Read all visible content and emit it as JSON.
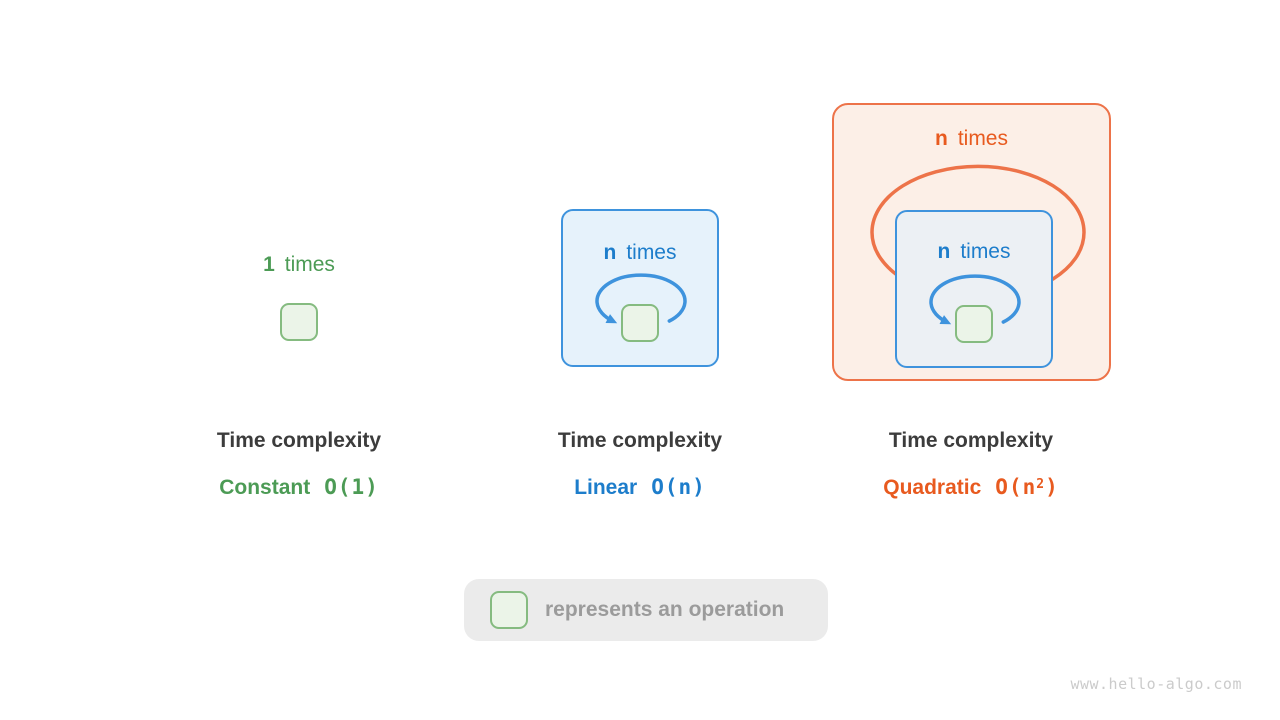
{
  "sections": {
    "constant": {
      "count": "1",
      "times_word": "times",
      "label": "Time complexity",
      "name": "Constant",
      "o_prefix": "O(1",
      "o_sup": "",
      "o_close": ")"
    },
    "linear": {
      "count": "n",
      "times_word": "times",
      "label": "Time complexity",
      "name": "Linear",
      "o_prefix": "O(n",
      "o_sup": "",
      "o_close": ")"
    },
    "quadratic": {
      "outer_count": "n",
      "outer_times_word": "times",
      "inner_count": "n",
      "inner_times_word": "times",
      "label": "Time complexity",
      "name": "Quadratic",
      "o_prefix": "O(n",
      "o_sup": "2",
      "o_close": ")"
    }
  },
  "legend": {
    "text": "represents an operation"
  },
  "watermark": "www.hello-algo.com",
  "colors": {
    "green_text": "#4C9B55",
    "green_box_border": "#85BB80",
    "green_box_fill": "#EBF4E8",
    "blue_text": "#1D7DCB",
    "blue_border": "#3E93DD",
    "blue_box_fill": "#E6F2FB",
    "inner_box_fill": "#ECF0F4",
    "orange_text": "#E85A1F",
    "orange_border": "#ED7349",
    "orange_box_fill": "#FCEFE7",
    "dark_text": "#3C3C3C",
    "legend_bg": "#EBEBEB",
    "legend_text": "#9B9B9B"
  }
}
